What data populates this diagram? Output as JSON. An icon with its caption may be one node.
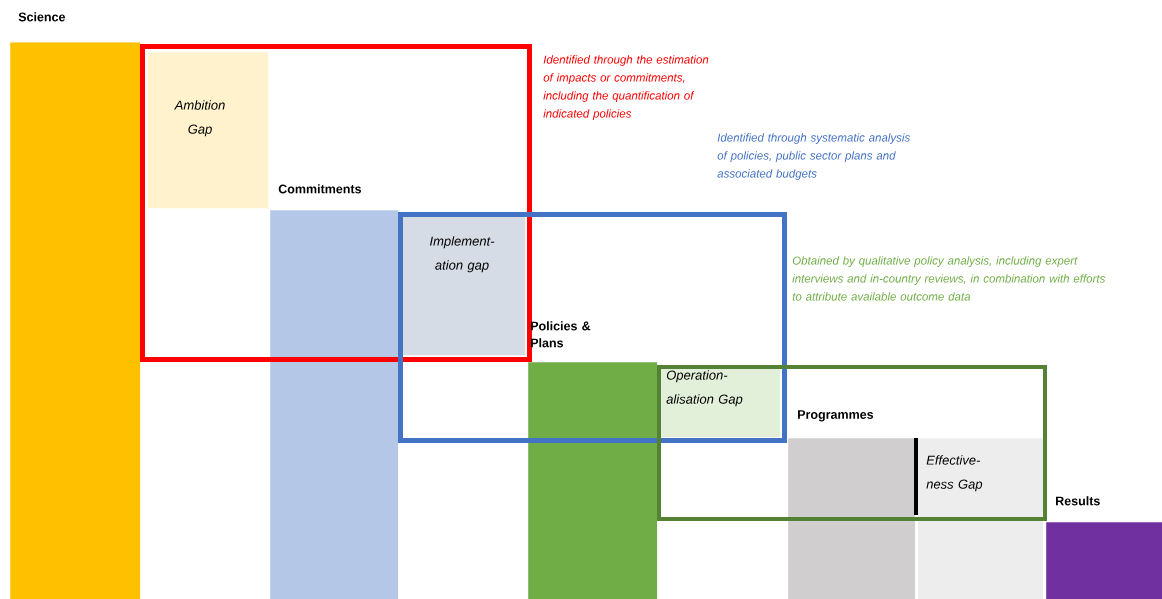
{
  "diagram": {
    "nodes": [
      {
        "text": [],
        "shape": "bar",
        "beside": [
          "Science"
        ]
      },
      {
        "text": [],
        "shape": "box",
        "beside": [
          "Identified through the estimation of impacts or commitments, including the quantification of indicated policies"
        ]
      },
      {
        "text": [
          "Ambition Gap"
        ],
        "in": 1
      },
      {
        "text": [],
        "shape": "bar",
        "beside": [
          "Commitments"
        ]
      },
      {
        "text": [],
        "shape": "box",
        "beside": [
          "Identified through systematic analysis of policies, public sector plans and associated budgets"
        ]
      },
      {
        "text": [
          "Implement- ation gap"
        ]
      },
      {
        "text": [],
        "shape": "bar"
      },
      {
        "text": [],
        "shape": "box"
      },
      {
        "text": [
          "Operation- alisation Gap"
        ]
      },
      {
        "text": [],
        "shape": "bar",
        "beside": [
          "Programmes"
        ]
      },
      {
        "text": [
          "Effective- ness Gap"
        ],
        "in": 7
      },
      {
        "text": [],
        "shape": "bar",
        "beside": [
          "Results"
        ]
      }
    ],
    "labels": [
      "Obtained by qualitative policy analysis, including expert interviews and in-country reviews, in combination with efforts to attribute available outcome data",
      "Policies & Plans"
    ]
  }
}
